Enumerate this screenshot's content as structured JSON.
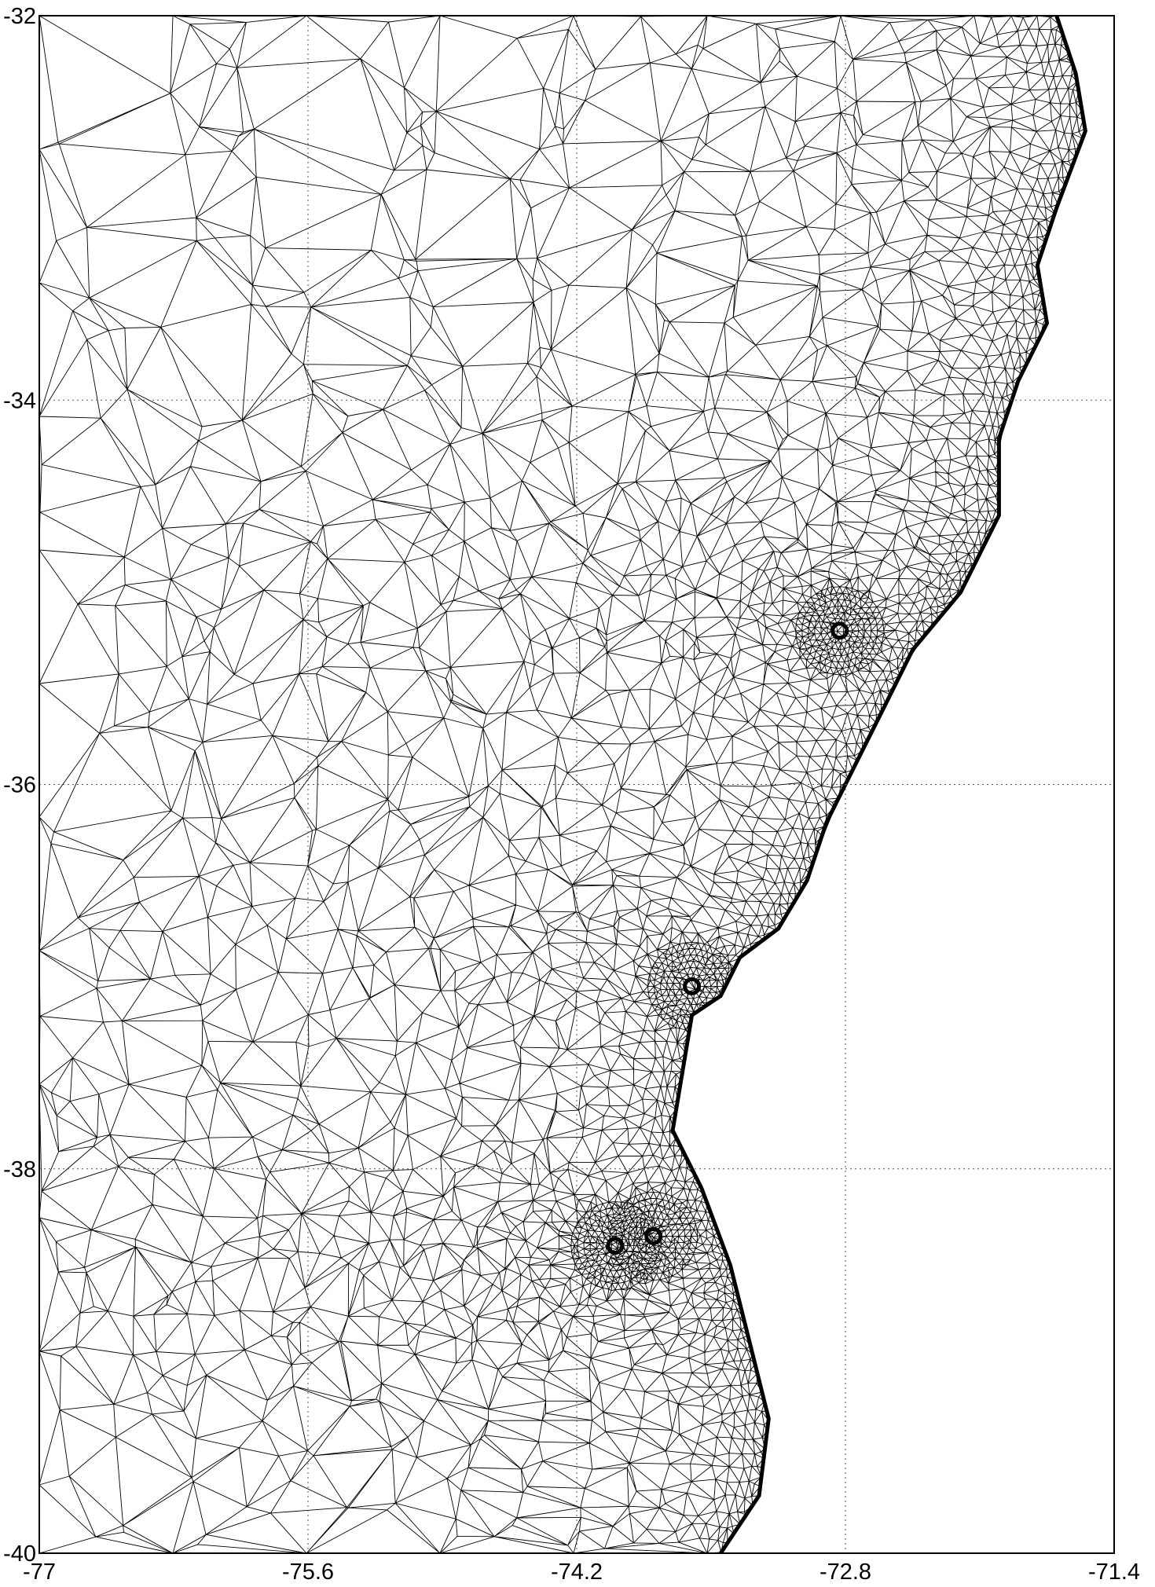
{
  "chart_data": {
    "type": "mesh",
    "x_axis": {
      "ticks": [
        -77,
        -75.6,
        -74.2,
        -72.8,
        -71.4
      ],
      "tick_labels": [
        "-77",
        "-75.6",
        "-74.2",
        "-72.8",
        "-71.4"
      ],
      "range": [
        -77,
        -71.4
      ]
    },
    "y_axis": {
      "ticks": [
        -32,
        -34,
        -36,
        -38,
        -40
      ],
      "tick_labels": [
        "-32",
        "-34",
        "-36",
        "-38",
        "-40"
      ],
      "range": [
        -40,
        -32
      ]
    },
    "grid": "dotted",
    "coastline": [
      [
        -71.7,
        -32.0
      ],
      [
        -71.6,
        -32.3
      ],
      [
        -71.55,
        -32.6
      ],
      [
        -71.7,
        -33.0
      ],
      [
        -71.8,
        -33.3
      ],
      [
        -71.75,
        -33.6
      ],
      [
        -71.9,
        -33.9
      ],
      [
        -72.0,
        -34.2
      ],
      [
        -72.0,
        -34.6
      ],
      [
        -72.2,
        -35.0
      ],
      [
        -72.45,
        -35.3
      ],
      [
        -72.6,
        -35.6
      ],
      [
        -72.75,
        -35.9
      ],
      [
        -72.9,
        -36.2
      ],
      [
        -73.0,
        -36.5
      ],
      [
        -73.15,
        -36.75
      ],
      [
        -73.35,
        -36.9
      ],
      [
        -73.45,
        -37.1
      ],
      [
        -73.6,
        -37.2
      ],
      [
        -73.65,
        -37.5
      ],
      [
        -73.7,
        -37.8
      ],
      [
        -73.55,
        -38.1
      ],
      [
        -73.4,
        -38.5
      ],
      [
        -73.3,
        -38.9
      ],
      [
        -73.2,
        -39.3
      ],
      [
        -73.25,
        -39.7
      ],
      [
        -73.45,
        -40.0
      ]
    ],
    "islands": [
      {
        "lon": -72.83,
        "lat": -35.2
      },
      {
        "lon": -73.6,
        "lat": -37.05
      },
      {
        "lon": -74.0,
        "lat": -38.4
      },
      {
        "lon": -73.8,
        "lat": -38.35
      }
    ]
  }
}
